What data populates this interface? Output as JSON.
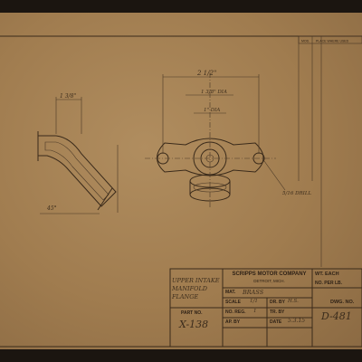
{
  "title_block": {
    "part_name": "UPPER INTAKE MANIFOLD FLANGE",
    "company": "SCRIPPS MOTOR COMPANY",
    "location": "DETROIT, MICH.",
    "mat_label": "MAT.",
    "mat_value": "BRASS",
    "wt_each": "WT. EACH",
    "no_per_lb": "NO. PER LB.",
    "scale_label": "SCALE",
    "scale_value": "1/1",
    "dr_by_label": "DR. BY",
    "dr_by_value": "H.S.",
    "dwg_no_label": "DWG. NO.",
    "dwg_no_value": "D-481",
    "part_no_label": "PART NO.",
    "part_no_value": "X-138",
    "no_reg_label": "NO. REG.",
    "no_reg_value": "1",
    "tr_by_label": "TR. BY",
    "ap_by_label": "AP. BY",
    "date_label": "DATE",
    "date_value": "5.3.15"
  },
  "revision_block": {
    "col1": "MOD.",
    "col2": "PLACE WHERE USED"
  },
  "dimensions": {
    "overall_length": "2 1/2\"",
    "center_bore": "1 3/8\" DIA",
    "inner_bore": "1\" DIA",
    "hole_note": "5/16 DRILL",
    "side_top": "1 3/8\"",
    "side_left": "45°"
  }
}
